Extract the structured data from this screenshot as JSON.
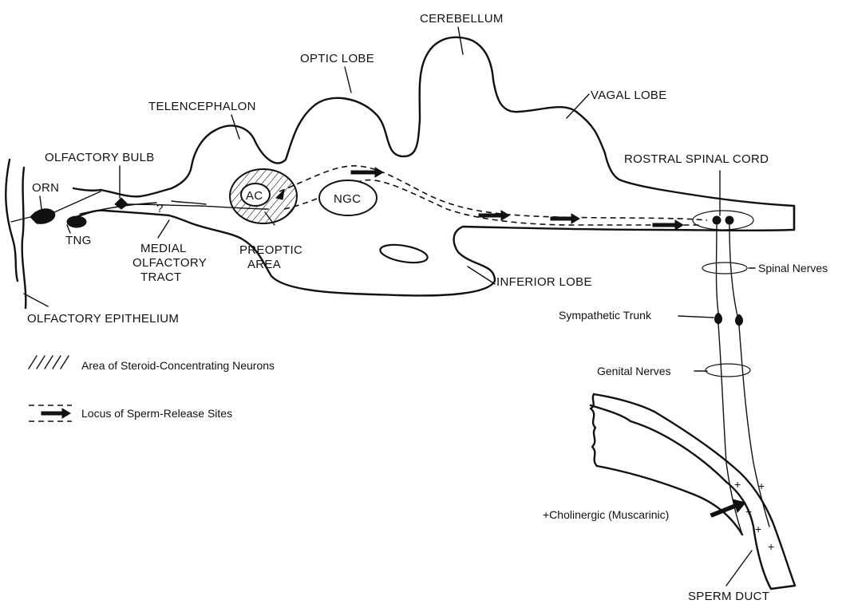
{
  "brain_labels": {
    "cerebellum": "CEREBELLUM",
    "optic_lobe": "OPTIC LOBE",
    "vagal_lobe": "VAGAL LOBE",
    "telencephalon": "TELENCEPHALON",
    "olfactory_bulb": "OLFACTORY BULB",
    "rostral_spinal_cord": "ROSTRAL SPINAL CORD",
    "orn": "ORN",
    "tng": "TNG",
    "ac": "AC",
    "ngc": "NGC",
    "question_mark": "?",
    "medial_olfactory_tract": [
      "MEDIAL",
      "OLFACTORY",
      "TRACT"
    ],
    "preoptic_area": [
      "PREOPTIC",
      "AREA"
    ],
    "inferior_lobe": "INFERIOR LOBE",
    "olfactory_epithelium": "OLFACTORY EPITHELIUM"
  },
  "peripheral_labels": {
    "spinal_nerves": "Spinal Nerves",
    "sympathetic_trunk": "Sympathetic Trunk",
    "genital_nerves": "Genital Nerves",
    "cholinergic": "+Cholinergic (Muscarinic)",
    "sperm_duct": "SPERM DUCT"
  },
  "legend": {
    "steroid": "Area of Steroid-Concentrating Neurons",
    "sperm_release": "Locus of Sperm-Release Sites"
  }
}
